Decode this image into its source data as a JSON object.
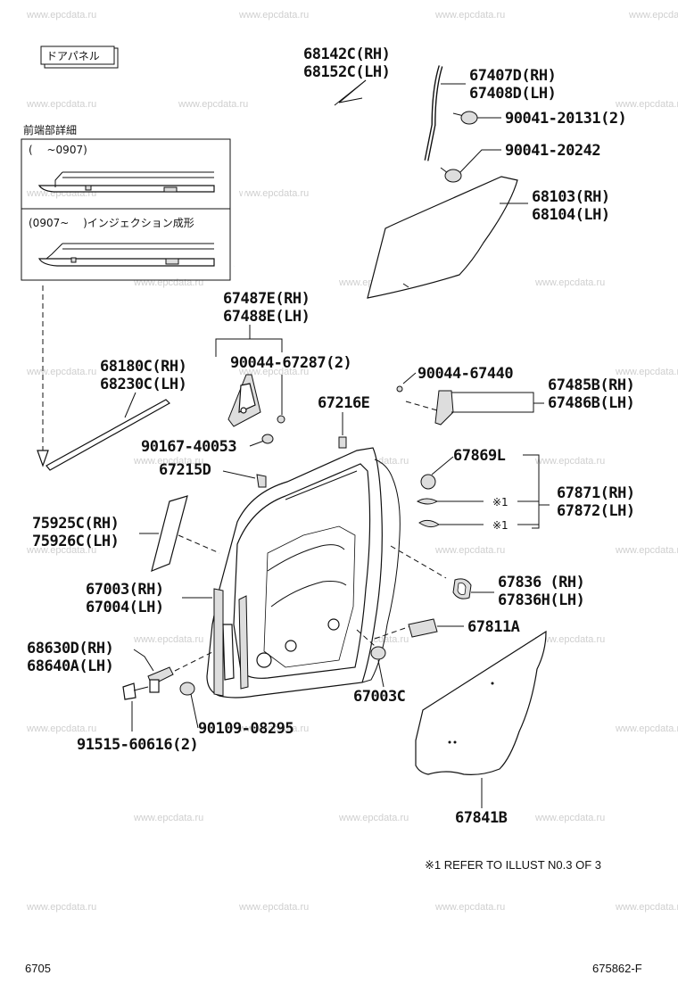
{
  "watermark": "www.epcdata.ru",
  "header_box": "ドアパネル",
  "detail": {
    "title": "前端部詳細",
    "variant1": "(　 ~0907)",
    "variant2": "(0907~　 )インジェクション成形"
  },
  "labels": {
    "p68142": "68142C(RH)",
    "p68152": "68152C(LH)",
    "p67407": "67407D(RH)",
    "p67408": "67408D(LH)",
    "p90041a": "90041-20131(2)",
    "p90041b": "90041-20242",
    "p68103": "68103(RH)",
    "p68104": "68104(LH)",
    "p67487": "67487E(RH)",
    "p67488": "67488E(LH)",
    "p90044a": "90044-67287(2)",
    "p68180": "68180C(RH)",
    "p68230": "68230C(LH)",
    "p90044b": "90044-67440",
    "p67485": "67485B(RH)",
    "p67486": "67486B(LH)",
    "p67216": "67216E",
    "p90167": "90167-40053",
    "p67869": "67869L",
    "p67215": "67215D",
    "p67871": "67871(RH)",
    "p67872": "67872(LH)",
    "ref1": "※1",
    "ref2": "※1",
    "p75925": "75925C(RH)",
    "p75926": "75926C(LH)",
    "p67003": "67003(RH)",
    "p67004": "67004(LH)",
    "p67836": "67836 (RH)",
    "p67836h": "67836H(LH)",
    "p67811": "67811A",
    "p68630": "68630D(RH)",
    "p68640": "68640A(LH)",
    "p67003c": "67003C",
    "p90109": "90109-08295",
    "p91515": "91515-60616(2)",
    "p67841": "67841B"
  },
  "note": "※1 REFER TO ILLUST N0.3 OF 3",
  "footer": {
    "left": "6705",
    "right": "675862-F"
  }
}
